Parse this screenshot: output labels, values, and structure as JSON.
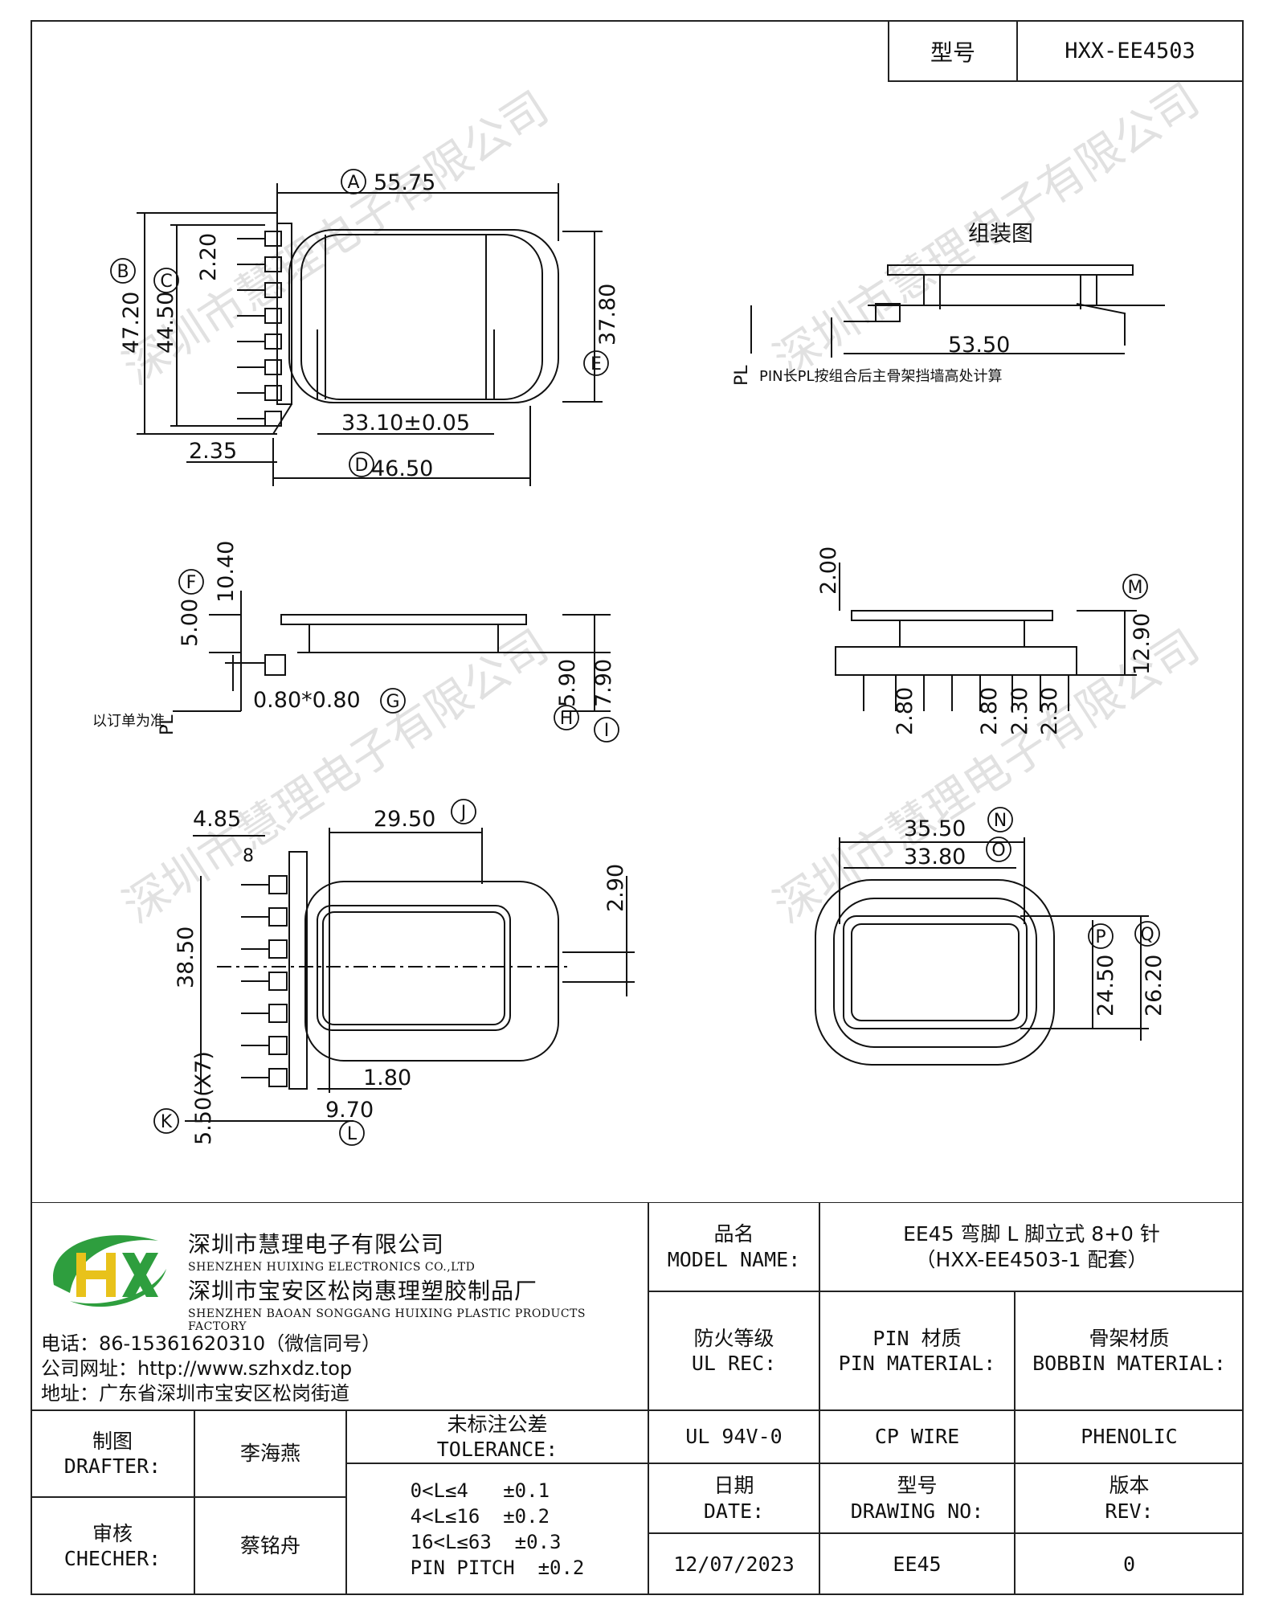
{
  "header": {
    "model_label": "型号",
    "model_value": "HXX-EE4503"
  },
  "drawing": {
    "assembly_title": "组装图",
    "pin_note": "PIN长PL按组合后主骨架挡墙高处计算",
    "pl_note": "以订单为准",
    "pl_label": "PL",
    "circle_labels": [
      "A",
      "B",
      "C",
      "D",
      "E",
      "F",
      "G",
      "H",
      "I",
      "J",
      "K",
      "L",
      "M",
      "N",
      "O",
      "P",
      "Q"
    ],
    "dims": {
      "A": "55.75",
      "B": "47.20",
      "C": "44.50",
      "c_small": "2.20",
      "pin_offset": "2.35",
      "D": "46.50",
      "core_width": "33.10±0.05",
      "E": "37.80",
      "assembly_width": "53.50",
      "F": "10.40",
      "F2": "5.00",
      "G": "0.80*0.80",
      "H": "5.90",
      "I": "7.90",
      "M_top": "2.00",
      "M": "12.90",
      "pitch_a": "2.80",
      "pitch_b": "2.80",
      "pitch_c": "2.30",
      "pitch_d": "2.30",
      "left_pin": "4.85",
      "J": "29.50",
      "window_h": "38.50",
      "flange": "2.90",
      "wall": "1.80",
      "L": "9.70",
      "K": "5.50(X7)",
      "pin_no": "8",
      "N": "35.50",
      "O": "33.80",
      "P": "24.50",
      "Q": "26.20"
    },
    "watermark": "深圳市慧理电子有限公司"
  },
  "company": {
    "cn_name": "深圳市慧理电子有限公司",
    "en_name": "SHENZHEN HUIXING ELECTRONICS CO.,LTD",
    "cn_factory": "深圳市宝安区松岗惠理塑胶制品厂",
    "en_factory": "SHENZHEN BAOAN SONGGANG HUIXING PLASTIC PRODUCTS FACTORY",
    "phone": "电话：86-15361620310（微信同号）",
    "website": "公司网址：http://www.szhxdz.top",
    "address": "地址：广东省深圳市宝安区松岗街道",
    "logo_text": "HX"
  },
  "title_block": {
    "model_name_cn": "品名",
    "model_name_en": "MODEL NAME:",
    "model_name_v1": "EE45 弯脚 L 脚立式 8+0 针",
    "model_name_v2": "（HXX-EE4503-1 配套）",
    "fire_cn": "防火等级",
    "fire_en": "UL REC:",
    "pin_mat_cn": "PIN 材质",
    "pin_mat_en": "PIN MATERIAL:",
    "bob_mat_cn": "骨架材质",
    "bob_mat_en": "BOBBIN MATERIAL:",
    "fire_value": "UL 94V-0",
    "pin_value": "CP WIRE",
    "bobbin_value": "PHENOLIC",
    "drafter_cn": "制图",
    "drafter_en": "DRAFTER:",
    "drafter_name": "李海燕",
    "tol_cn": "未标注公差",
    "tol_en": "TOLERANCE:",
    "tol_1": "0<L≤4   ±0.1",
    "tol_2": "4<L≤16  ±0.2",
    "tol_3": "16<L≤63  ±0.3",
    "tol_4": "PIN PITCH  ±0.2",
    "checker_cn": "审核",
    "checker_en": "CHECHER:",
    "checker_name": "蔡铭舟",
    "date_cn": "日期",
    "date_en": "DATE:",
    "date_value": "12/07/2023",
    "drawing_no_cn": "型号",
    "drawing_no_en": "DRAWING NO:",
    "drawing_no_value": "EE45",
    "rev_cn": "版本",
    "rev_en": "REV:",
    "rev_value": "0"
  },
  "colors": {
    "logo_green": "#2e9e3e",
    "logo_yellow": "#e8c21a",
    "line": "#111111"
  }
}
